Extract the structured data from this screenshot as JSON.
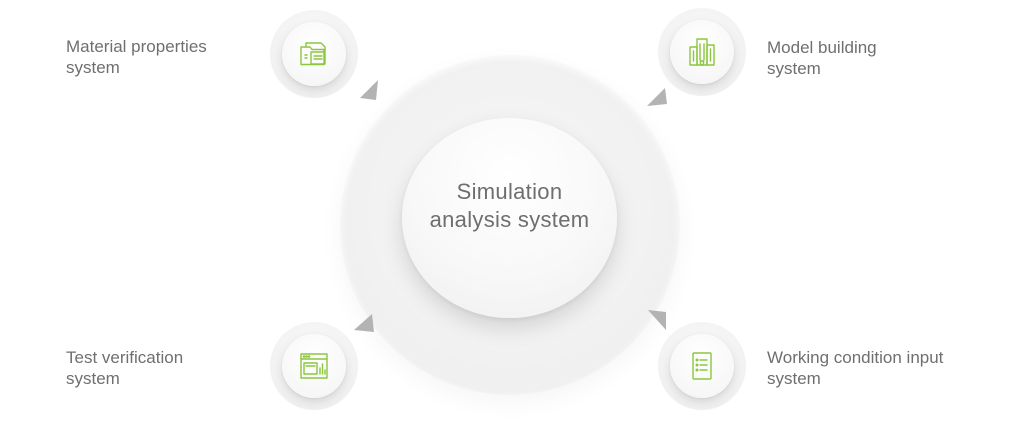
{
  "center": {
    "line1": "Simulation",
    "line2": "analysis system"
  },
  "nodes": {
    "material": {
      "line1": "Material properties",
      "line2": "system",
      "icon": "folder-document-icon"
    },
    "model": {
      "line1": "Model building",
      "line2": "system",
      "icon": "buildings-icon"
    },
    "test": {
      "line1": "Test verification",
      "line2": "system",
      "icon": "browser-chart-icon"
    },
    "working": {
      "line1": "Working condition input",
      "line2": "system",
      "icon": "checklist-icon"
    }
  },
  "colors": {
    "accent": "#8cc63f",
    "text": "#6f6f6f",
    "arrow": "#b3b3b3"
  }
}
